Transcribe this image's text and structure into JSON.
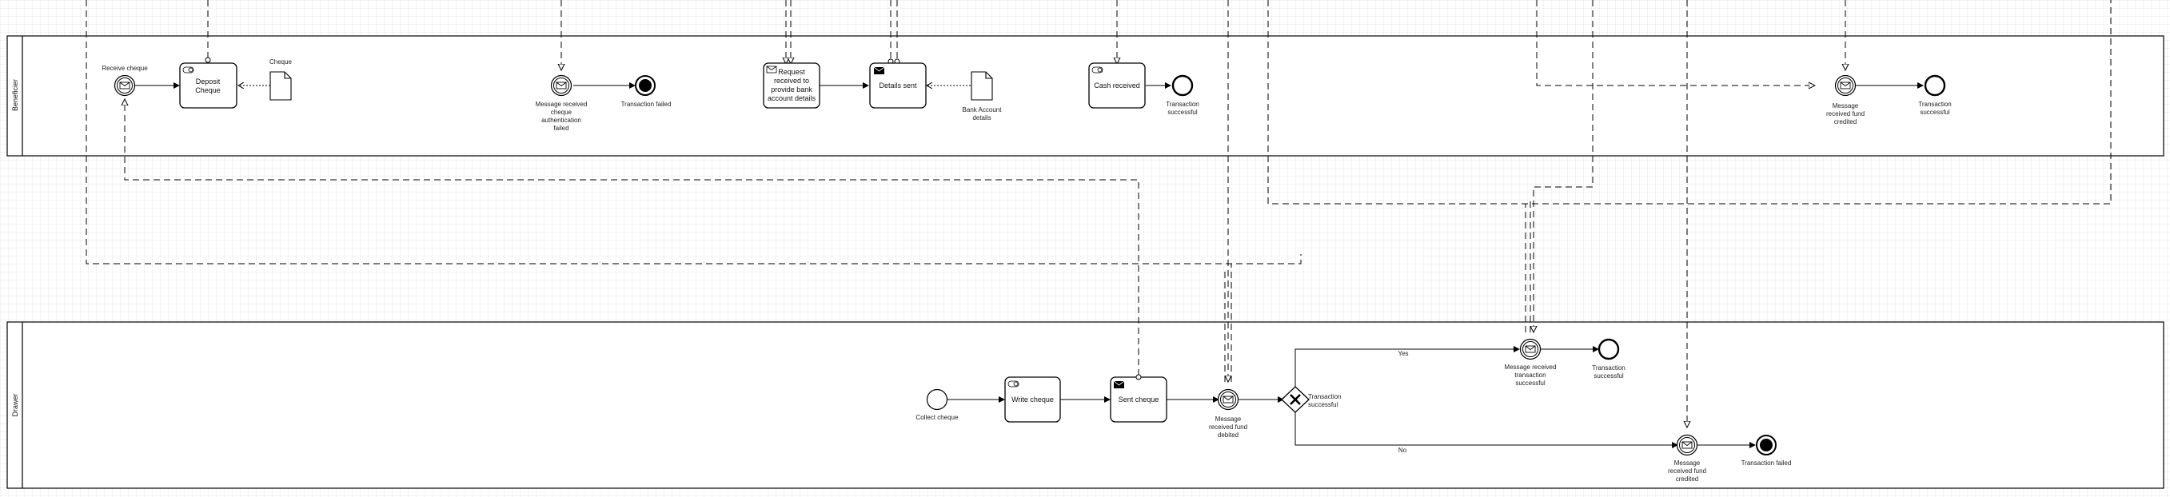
{
  "lanes": {
    "beneficier": "Beneficier",
    "drawer": "Drawer"
  },
  "beneficier": {
    "receive_cheque": "Receive cheque",
    "deposit_cheque": "Deposit Cheque",
    "cheque_doc": "Cheque",
    "msg_auth_failed": "Message received cheque authentication failed",
    "transaction_failed": "Transaction failed",
    "request_received": "Request received to provide bank account details",
    "details_sent": "Details sent",
    "bank_account_details": "Bank Account details",
    "cash_received": "Cash received",
    "transaction_successful": "Transaction successful",
    "msg_fund_credited": "Message received fund credited",
    "transaction_successful_2": "Transaction successful"
  },
  "drawer": {
    "collect_cheque": "Collect cheque",
    "write_cheque": "Write cheque",
    "sent_cheque": "Sent cheque",
    "msg_fund_debited": "Message received fund debited",
    "gateway": "Transaction successful",
    "yes": "Yes",
    "no": "No",
    "msg_txn_successful": "Message received transaction successful",
    "transaction_successful": "Transaction successful",
    "msg_fund_credited": "Message received fund credited",
    "transaction_failed": "Transaction failed"
  }
}
